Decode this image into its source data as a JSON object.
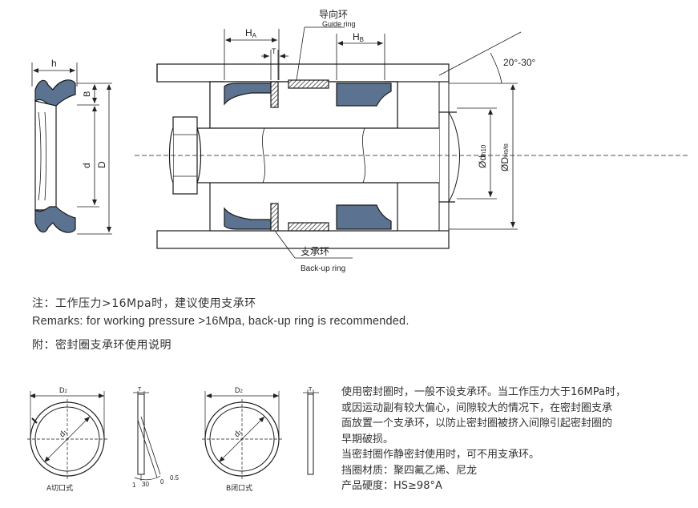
{
  "diagram": {
    "labels": {
      "guide_ring_cn": "导向环",
      "guide_ring_en": "Guide ring",
      "backup_ring_cn": "支承环",
      "backup_ring_en": "Back-up ring",
      "h": "h",
      "ha": "H",
      "ha_sub": "A",
      "hb": "H",
      "hb_sub": "B",
      "t": "T",
      "b": "B",
      "d": "d",
      "D": "D",
      "angle": "20°-30°",
      "dh10": "d",
      "dh10_sub": "h10",
      "dh9": "D",
      "dh9_sub": "H9/f8",
      "phi": "Ø"
    },
    "rings": {
      "cut_a_caption": "A切口式",
      "cut_b_caption": "B闭口式",
      "d2": "D",
      "d2_sub": "2",
      "d1": "d",
      "d1_sub": "1",
      "t": "T",
      "angle_scale": [
        "1",
        "30",
        "0",
        "0.5"
      ]
    }
  },
  "notes": {
    "line1": "注：工作压力>16Mpa时，建议使用支承环",
    "line2": "Remarks: for working pressure >16Mpa, back-up ring is recommended.",
    "line3": "附：密封圈支承环使用说明"
  },
  "description": [
    "使用密封圈时，一般不设支承环。当工作压力大于16MPa时，",
    "或因运动副有较大偏心，间隙较大的情况下，在密封圈支承",
    "面放置一个支承环，以防止密封圈被挤入间隙引起密封圈的",
    "早期破损。",
    "当密封圈作静密封使用时，可不用支承环。",
    "挡圈材质：聚四氟乙烯、尼龙",
    "产品硬度：HS≥98°A"
  ],
  "colors": {
    "seal": "#5b7390",
    "line": "#1a1a1a",
    "housing": "#e8e8e8"
  }
}
